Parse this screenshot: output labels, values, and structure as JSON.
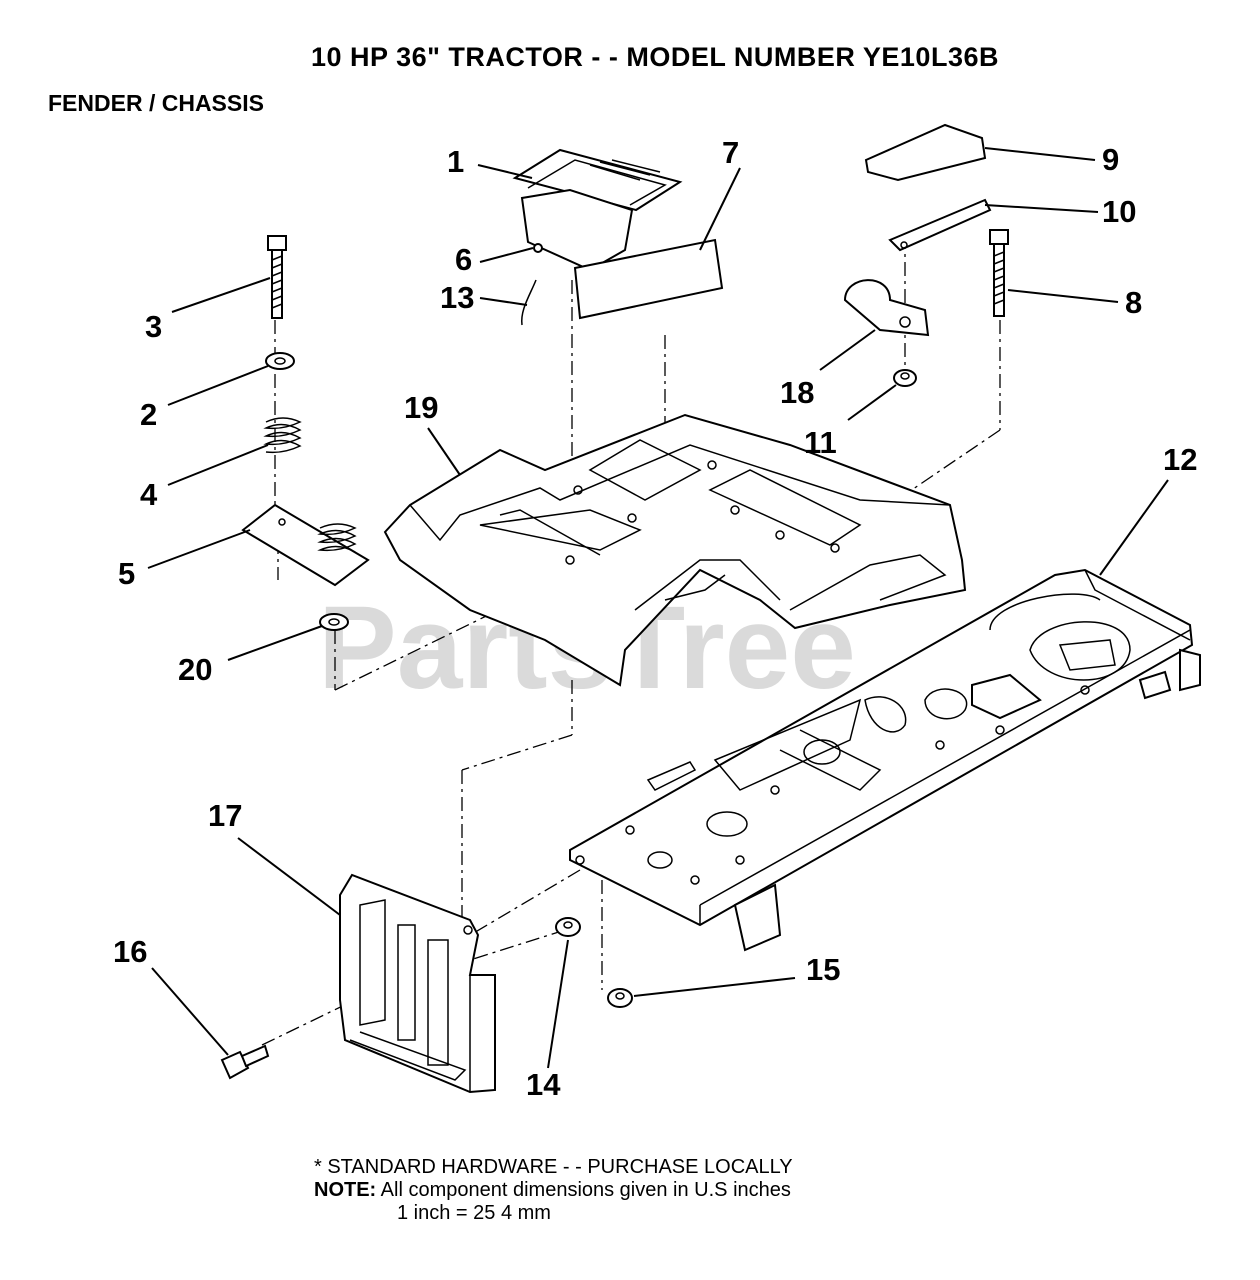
{
  "title": "10 HP 36\" TRACTOR - - MODEL NUMBER YE10L36B",
  "subtitle": "FENDER / CHASSIS",
  "watermark": "PartsTree",
  "callouts": {
    "c1": "1",
    "c2": "2",
    "c3": "3",
    "c4": "4",
    "c5": "5",
    "c6": "6",
    "c7": "7",
    "c8": "8",
    "c9": "9",
    "c10": "10",
    "c11": "11",
    "c12": "12",
    "c13": "13",
    "c14": "14",
    "c15": "15",
    "c16": "16",
    "c17": "17",
    "c18": "18",
    "c19": "19",
    "c20": "20"
  },
  "footer": {
    "hardware": "* STANDARD HARDWARE - - PURCHASE LOCALLY",
    "note_label": "NOTE:",
    "note_text": "All component dimensions given in U.S  inches",
    "conversion": "1 inch = 25 4 mm"
  }
}
